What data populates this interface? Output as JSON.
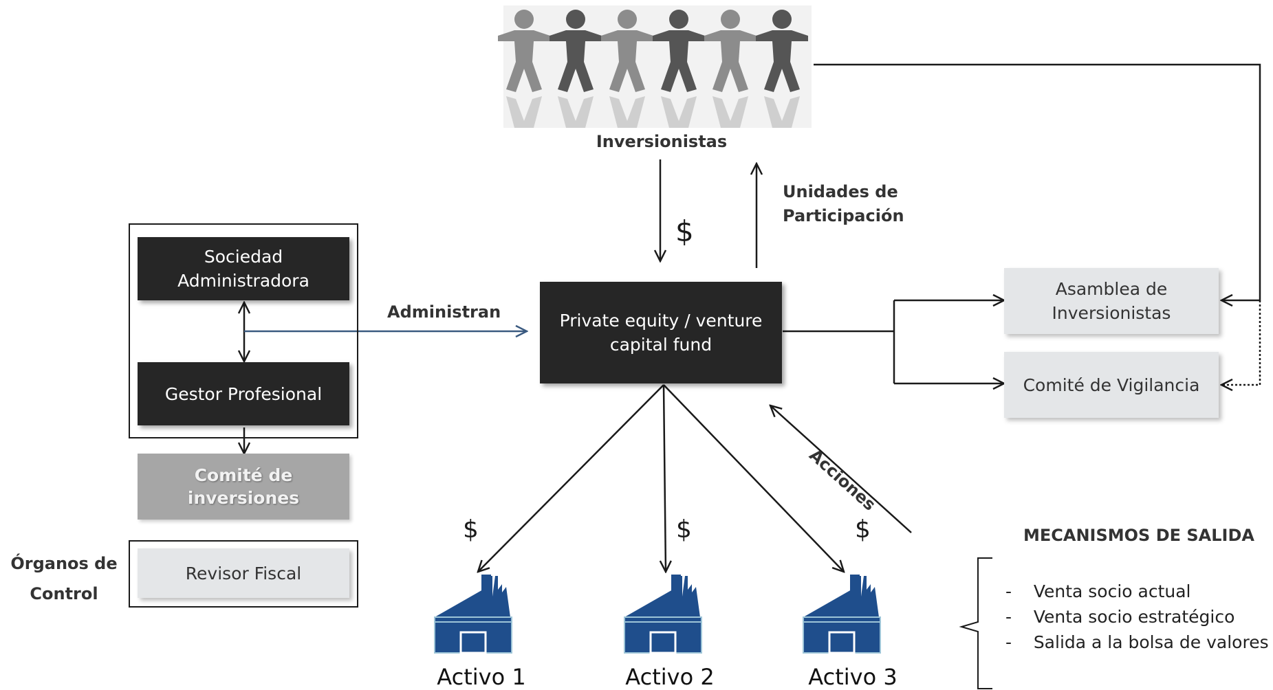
{
  "investors": {
    "label": "Inversionistas"
  },
  "flows": {
    "money_in": "$",
    "units": "Unidades de\nParticipación",
    "administer": "Administran",
    "shares": "Acciones",
    "money_out": [
      "$",
      "$",
      "$"
    ]
  },
  "management": {
    "company": "Sociedad\nAdministradora",
    "manager": "Gestor Profesional",
    "committee": "Comité de\ninversiones"
  },
  "fund": {
    "label": "Private equity / venture\ncapital fund"
  },
  "governance": {
    "assembly": "Asamblea de\nInversionistas",
    "oversight": "Comité de Vigilancia"
  },
  "control": {
    "heading": "Órganos de\nControl",
    "auditor": "Revisor Fiscal"
  },
  "assets": [
    "Activo 1",
    "Activo 2",
    "Activo 3"
  ],
  "exit": {
    "title": "MECANISMOS DE SALIDA",
    "items": [
      "Venta socio actual",
      "Venta socio estratégico",
      "Salida a la bolsa de valores"
    ]
  },
  "colors": {
    "dark_box": "#262626",
    "light_box": "#e4e6e8",
    "committee_box": "#a6a6a6",
    "admin_arrow": "#3a5a80",
    "factory": "#1f4e8c"
  }
}
